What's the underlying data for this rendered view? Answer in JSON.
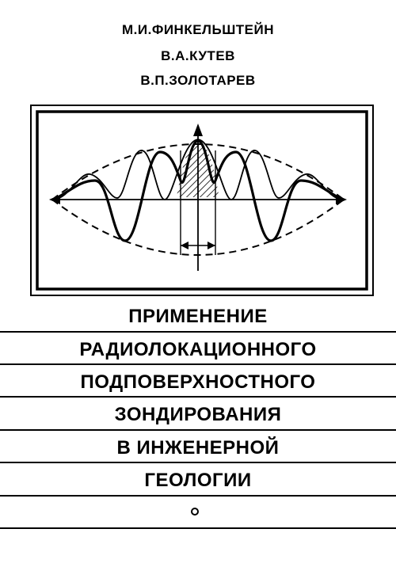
{
  "authors": [
    "М.И.ФИНКЕЛЬШТЕЙН",
    "В.А.КУТЕВ",
    "В.П.ЗОЛОТАРЕВ"
  ],
  "title_lines": [
    "ПРИМЕНЕНИЕ",
    "РАДИОЛОКАЦИОННОГО",
    "ПОДПОВЕРХНОСТНОГО",
    "ЗОНДИРОВАНИЯ",
    "В ИНЖЕНЕРНОЙ",
    "ГЕОЛОГИИ"
  ],
  "colors": {
    "ink": "#000000",
    "paper": "#ffffff"
  }
}
